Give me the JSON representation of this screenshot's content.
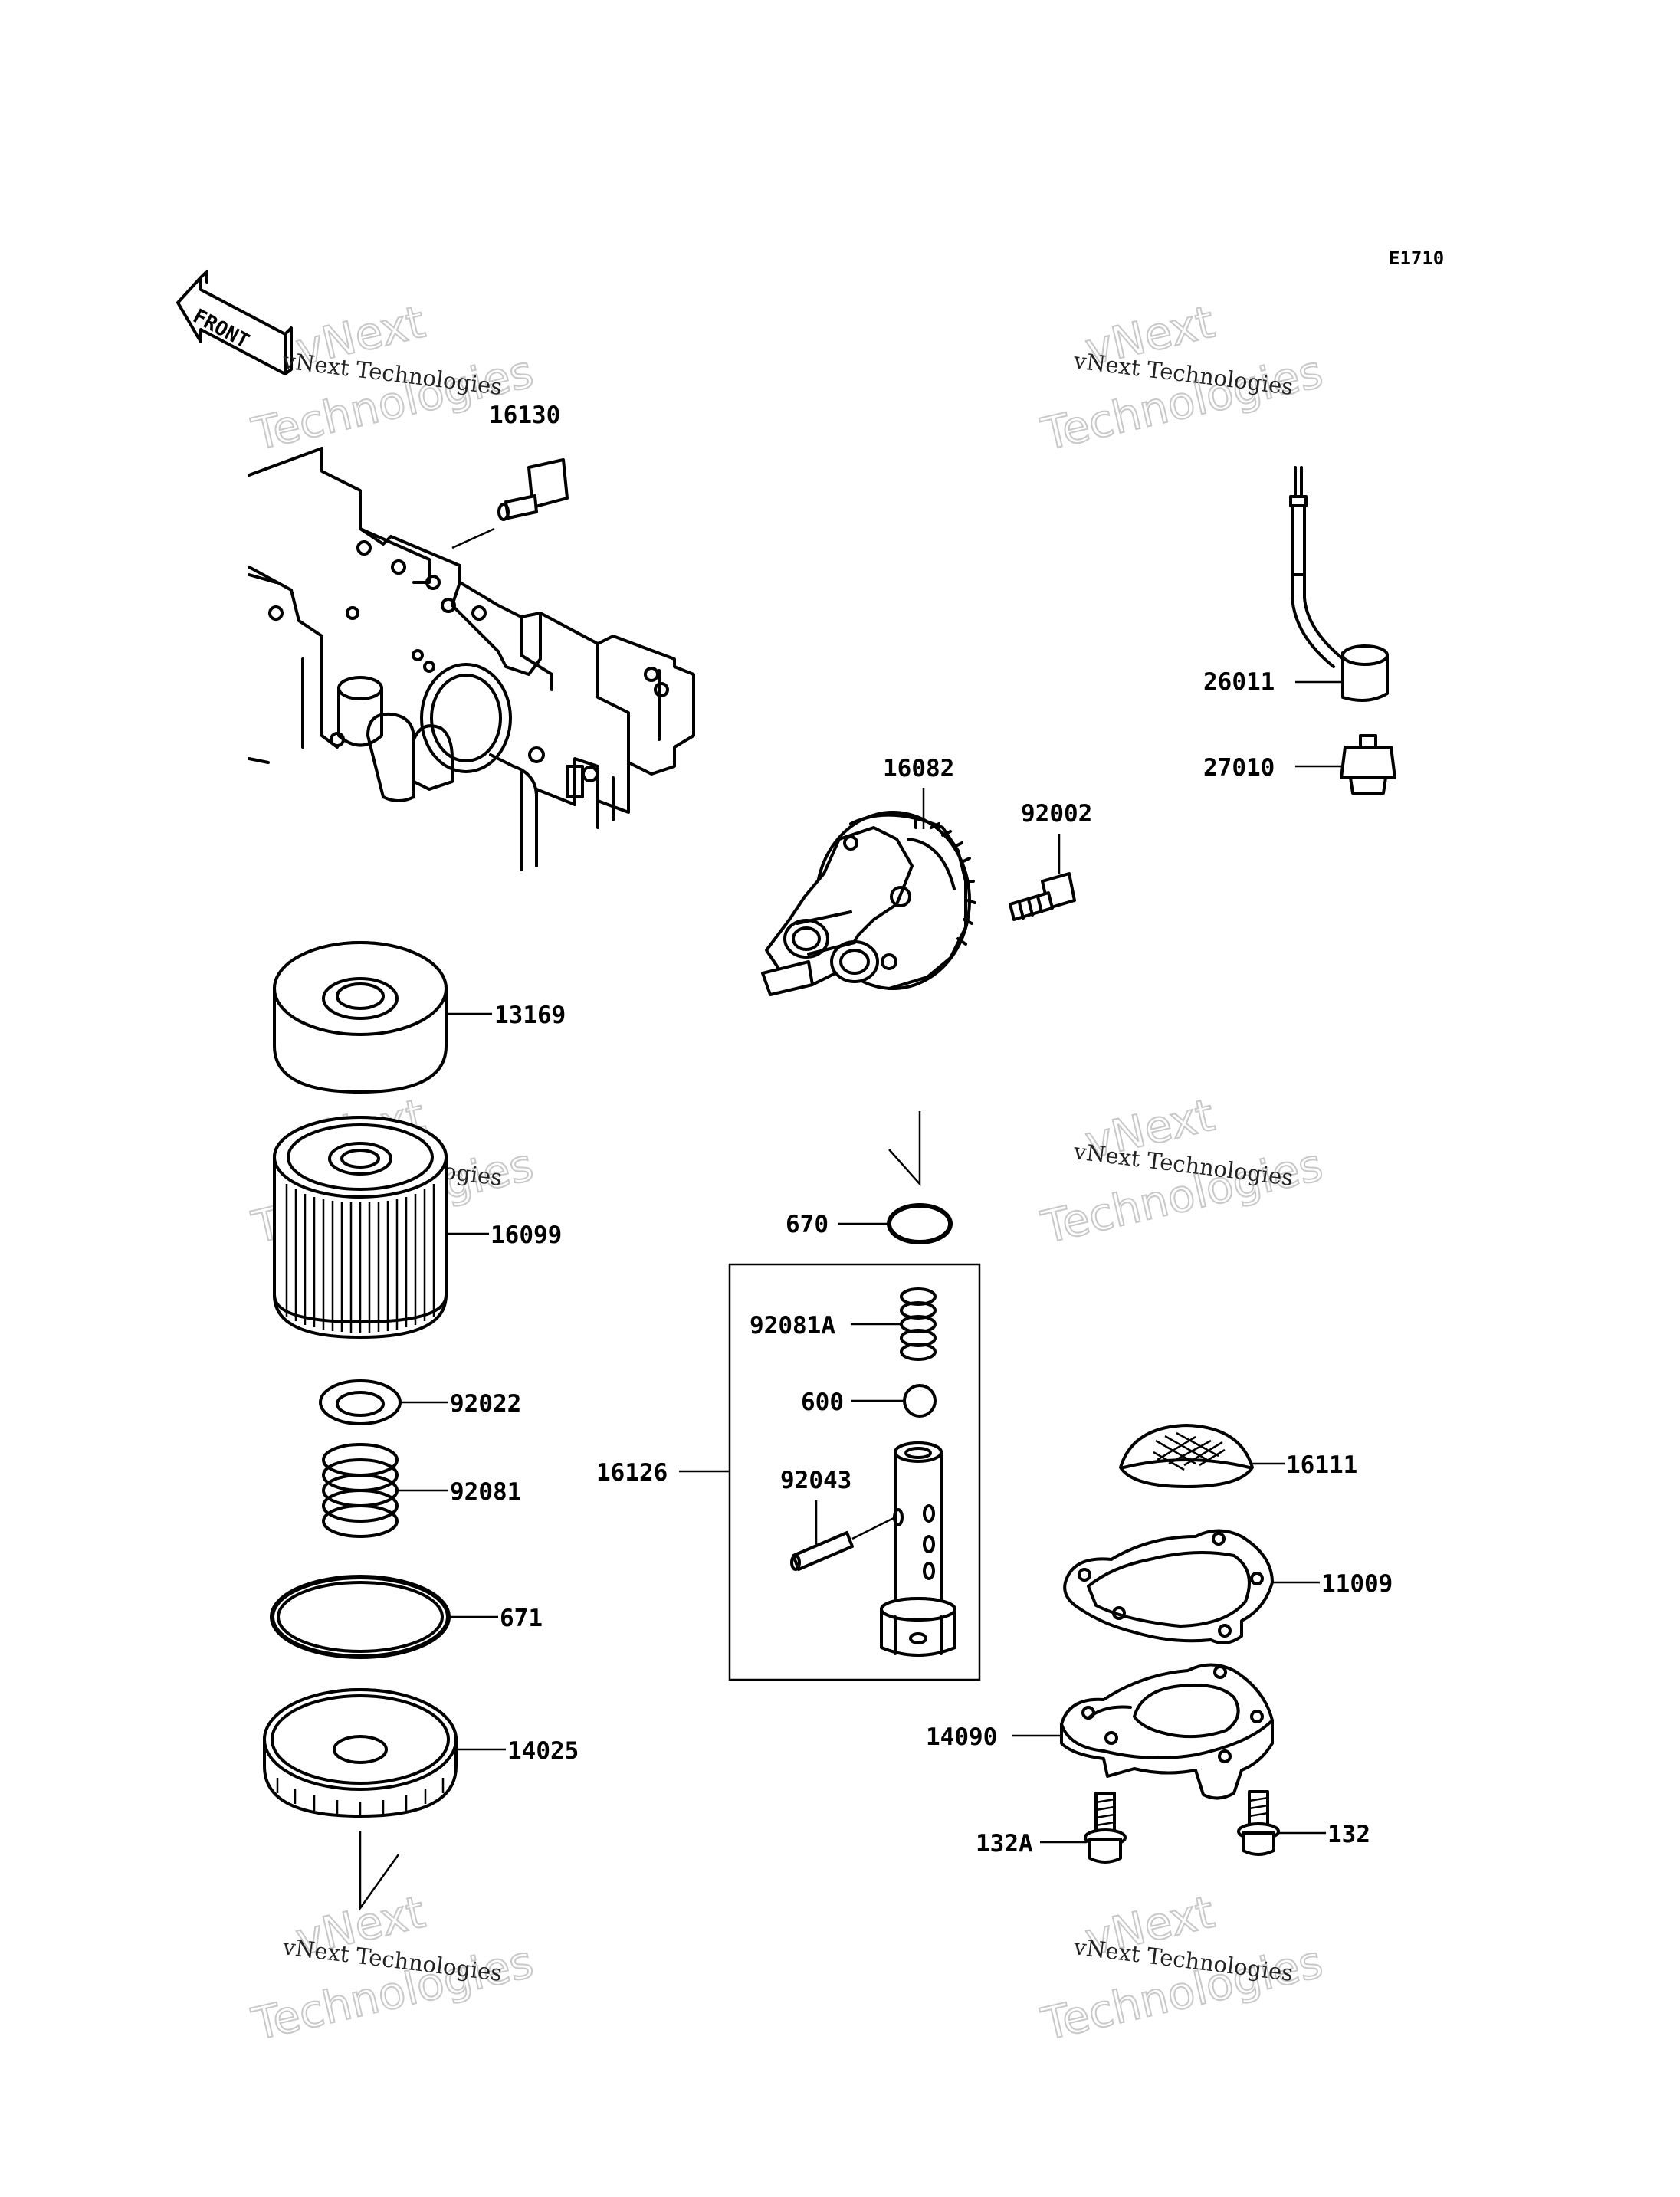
{
  "diagram_code": "E1710",
  "front_label": "FRONT",
  "watermark": {
    "line_small": "vNext Technologies",
    "line_big_1": "vNext",
    "line_big_2": "Technologies"
  },
  "parts": [
    {
      "id": "p16130",
      "number": "16130"
    },
    {
      "id": "p26011",
      "number": "26011"
    },
    {
      "id": "p27010",
      "number": "27010"
    },
    {
      "id": "p16082",
      "number": "16082"
    },
    {
      "id": "p92002",
      "number": "92002"
    },
    {
      "id": "p13169",
      "number": "13169"
    },
    {
      "id": "p16099",
      "number": "16099"
    },
    {
      "id": "p670",
      "number": "670"
    },
    {
      "id": "p92081A",
      "number": "92081A"
    },
    {
      "id": "p600",
      "number": "600"
    },
    {
      "id": "p16126",
      "number": "16126"
    },
    {
      "id": "p92043",
      "number": "92043"
    },
    {
      "id": "p92022",
      "number": "92022"
    },
    {
      "id": "p92081",
      "number": "92081"
    },
    {
      "id": "p671",
      "number": "671"
    },
    {
      "id": "p14025",
      "number": "14025"
    },
    {
      "id": "p16111",
      "number": "16111"
    },
    {
      "id": "p11009",
      "number": "11009"
    },
    {
      "id": "p14090",
      "number": "14090"
    },
    {
      "id": "p132A",
      "number": "132A"
    },
    {
      "id": "p132",
      "number": "132"
    }
  ]
}
